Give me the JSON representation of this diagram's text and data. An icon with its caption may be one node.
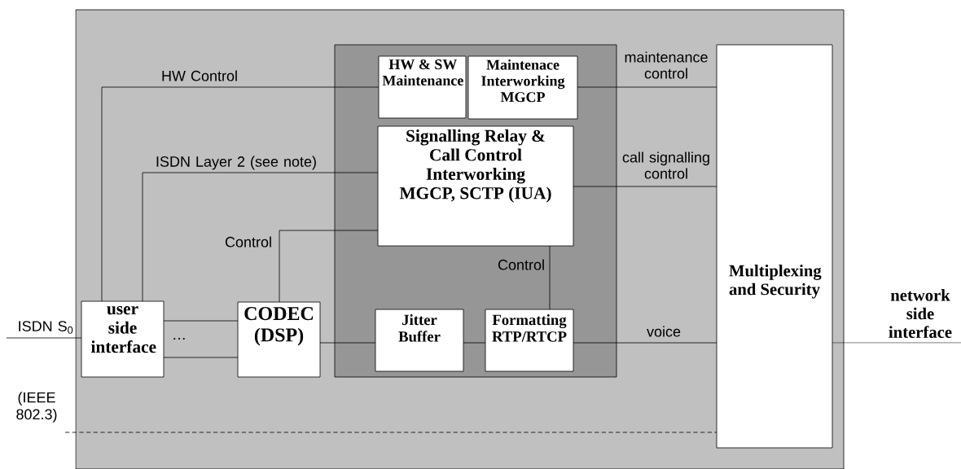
{
  "diagram": {
    "nodes": [
      {
        "text": [],
        "shape": "box"
      },
      {
        "text": [],
        "shape": "box",
        "in": 0
      },
      {
        "text": [
          "HW & SW Maintenance"
        ],
        "in": 1
      },
      {
        "text": [
          "Maintenace Interworking MGCP"
        ],
        "in": 1
      },
      {
        "text": [
          "Signalling Relay & Call Control Interworking MGCP, SCTP (IUA)"
        ],
        "in": 1
      },
      {
        "text": [
          "Multiplexing and Security"
        ],
        "in": 0
      },
      {
        "text": [
          "user side interface"
        ],
        "in": 0
      },
      {
        "text": [
          "CODEC (DSP)"
        ],
        "in": 0
      },
      {
        "text": [
          "Jitter Buffer"
        ],
        "in": 1
      },
      {
        "text": [
          "Formatting RTP/RTCP"
        ],
        "in": 1
      }
    ],
    "edges": [
      {
        "from": 6,
        "to": 2,
        "arrow": "none",
        "label": "HW Control"
      },
      {
        "from": 6,
        "to": 4,
        "arrow": "none",
        "label": "ISDN Layer 2 (see note)"
      },
      {
        "from": 7,
        "to": 4,
        "arrow": "none",
        "label": "Control"
      },
      {
        "from": 6,
        "to": 7,
        "arrow": "none"
      },
      {
        "from": 6,
        "to": 7,
        "arrow": "none"
      },
      {
        "from": 7,
        "to": 8,
        "arrow": "none"
      },
      {
        "from": 8,
        "to": 9,
        "arrow": "none"
      },
      {
        "from": 4,
        "to": 9,
        "arrow": "none",
        "label": "Control"
      },
      {
        "from": 9,
        "to": 5,
        "arrow": "none",
        "label": "voice"
      },
      {
        "from": 3,
        "to": 5,
        "arrow": "none",
        "label": "maintenance control"
      },
      {
        "from": 4,
        "to": 5,
        "arrow": "none",
        "label": "call signalling control"
      },
      {
        "from": null,
        "to": 6,
        "arrow": "none",
        "label": "ISDN S$_{0}$"
      },
      {
        "from": 5,
        "to": null,
        "arrow": "none"
      },
      {
        "from": null,
        "to": 5,
        "arrow": "none",
        "style": "dashed"
      }
    ],
    "labels": [
      "…",
      "network side interface",
      "(IEEE 802.3)"
    ]
  }
}
